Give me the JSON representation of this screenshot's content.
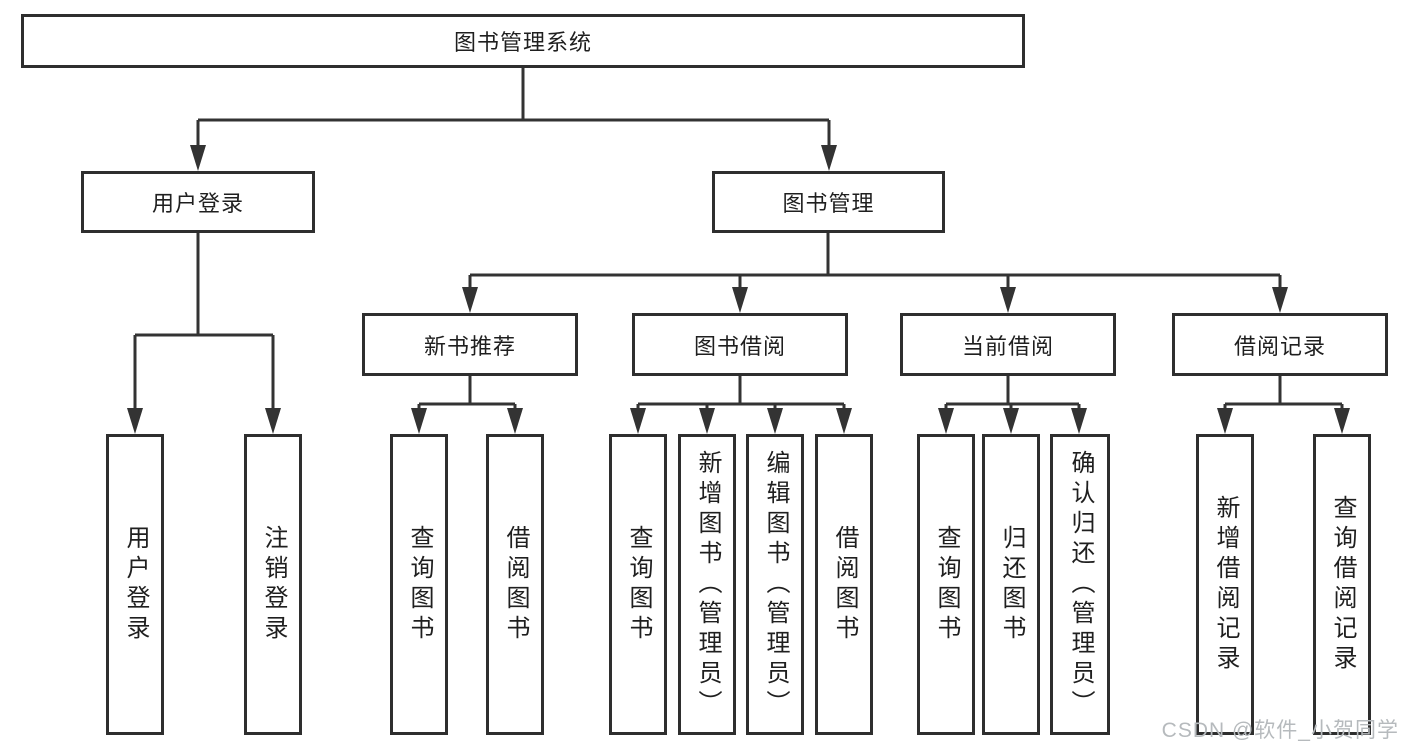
{
  "root": {
    "label": "图书管理系统"
  },
  "level2": [
    {
      "label": "用户登录"
    },
    {
      "label": "图书管理"
    }
  ],
  "level3": [
    {
      "label": "新书推荐"
    },
    {
      "label": "图书借阅"
    },
    {
      "label": "当前借阅"
    },
    {
      "label": "借阅记录"
    }
  ],
  "leaves": [
    {
      "label": "用户登录"
    },
    {
      "label": "注销登录"
    },
    {
      "label": "查询图书"
    },
    {
      "label": "借阅图书"
    },
    {
      "label": "查询图书"
    },
    {
      "label": "新增图书（管理员）"
    },
    {
      "label": "编辑图书（管理员）"
    },
    {
      "label": "借阅图书"
    },
    {
      "label": "查询图书"
    },
    {
      "label": "归还图书"
    },
    {
      "label": "确认归还（管理员）"
    },
    {
      "label": "新增借阅记录"
    },
    {
      "label": "查询借阅记录"
    }
  ],
  "watermark": {
    "text": "CSDN @软件_小贺同学"
  },
  "colors": {
    "line": "#333333",
    "node_border": "#2e2e2e",
    "text": "#1f1f1f",
    "watermark": "#b6babd",
    "background": "#ffffff"
  }
}
